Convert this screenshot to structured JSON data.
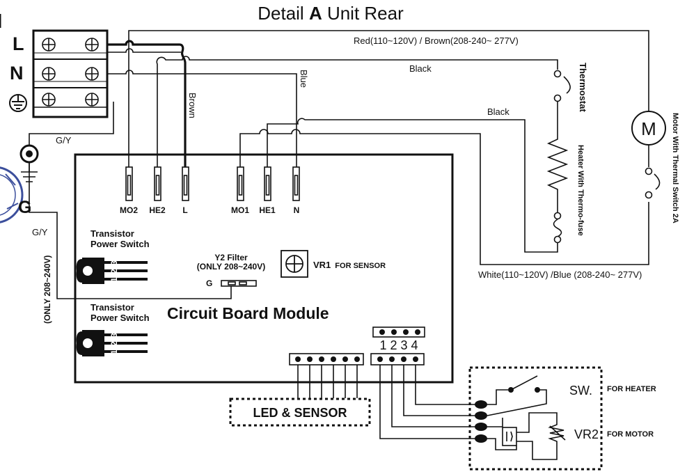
{
  "title_prefix": "Detail ",
  "title_letter": "A",
  "title_suffix": " Unit Rear",
  "terminal_labels": {
    "line": "L",
    "neutral": "N",
    "ground": "G"
  },
  "wires": {
    "red_brown": "Red(110~120V) / Brown(208-240~ 277V)",
    "black_1": "Black",
    "black_2": "Black",
    "blue": "Blue",
    "brown": "Brown",
    "gy_top": "G/Y",
    "gy_side": "G/Y",
    "only_240": "(ONLY 208~240V)",
    "white_blue": "White(110~120V) /Blue (208-240~ 277V)"
  },
  "components": {
    "thermostat": "Thermostat",
    "heater": "Heater With Thermo-fuse",
    "motor_symbol": "M",
    "motor": "Motor With Thermal Switch 2A"
  },
  "board": {
    "title": "Circuit Board Module",
    "transistor_1_line1": "Transistor",
    "transistor_1_line2": "Power Switch",
    "transistor_2_line1": "Transistor",
    "transistor_2_line2": "Power Switch",
    "pin_1": "1",
    "pin_2": "2",
    "pin_3": "3",
    "y2_line1": "Y2 Filter",
    "y2_line2": "(ONLY 208~240V)",
    "y2_g": "G",
    "vr1": "VR1",
    "vr1_note": "FOR SENSOR",
    "connectors": [
      "MO2",
      "HE2",
      "L",
      "MO1",
      "HE1",
      "N"
    ],
    "header_numbers": "1 2 3 4"
  },
  "led_sensor": "LED & SENSOR",
  "switch_box": {
    "sw": "SW.",
    "sw_note": "FOR HEATER",
    "vr2": "VR2",
    "vr2_note": "FOR MOTOR"
  }
}
